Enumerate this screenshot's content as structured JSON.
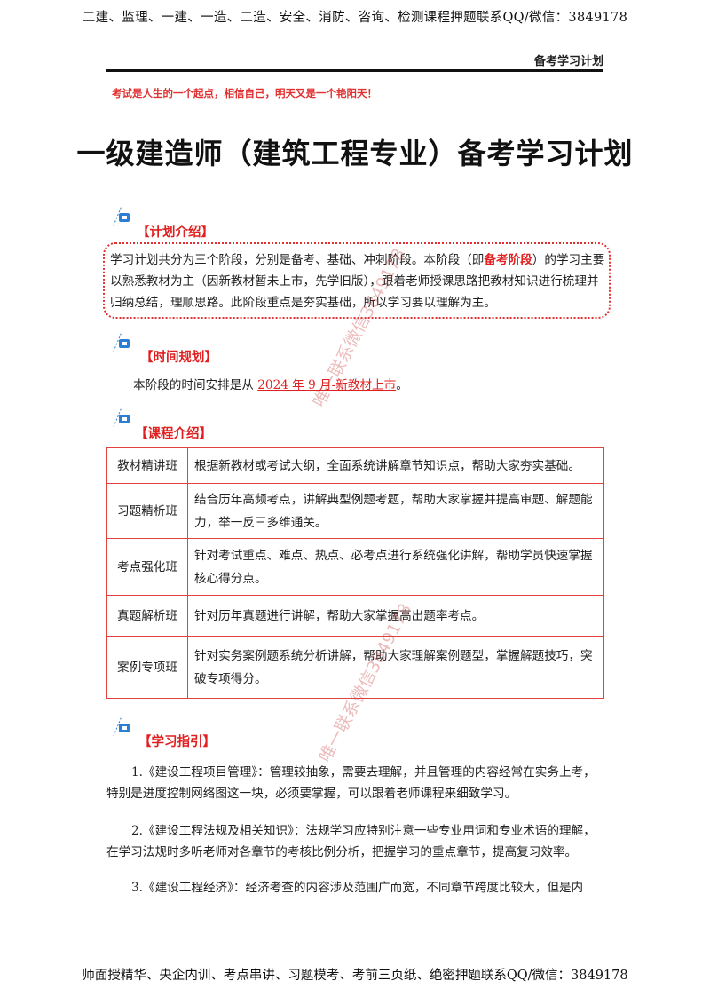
{
  "top_banner": "二建、监理、一建、一造、二造、安全、消防、咨询、检测课程押题联系QQ/微信：3849178",
  "header": {
    "doc_label": "备考学习计划"
  },
  "motto": "考试是人生的一个起点，相信自己，明天又是一个艳阳天！",
  "title": "一级建造师（建筑工程专业）备考学习计划",
  "sections": {
    "plan": {
      "title": "【计划介绍】",
      "text_before": "学习计划共分为三个阶段，分别是备考、基础、冲刺阶段。本阶段（即",
      "highlight": "备考阶段",
      "text_after": "）的学习主要以熟悉教材为主（因新教材暂未上市，先学旧版），跟着老师授课思路把教材知识进行梳理并归纳总结，理顺思路。此阶段重点是夯实基础，所以学习要以理解为主。"
    },
    "time": {
      "title": "【时间规划】",
      "text_before": "本阶段的时间安排是从 ",
      "highlight": "2024 年 9 月-新教材上市",
      "text_after": "。"
    },
    "course": {
      "title": "【课程介绍】",
      "rows": [
        {
          "name": "教材精讲班",
          "desc": "根据新教材或考试大纲，全面系统讲解章节知识点，帮助大家夯实基础。"
        },
        {
          "name": "习题精析班",
          "desc": "结合历年高频考点，讲解典型例题考题，帮助大家掌握并提高审题、解题能力，举一反三多维通关。"
        },
        {
          "name": "考点强化班",
          "desc": "针对考试重点、难点、热点、必考点进行系统强化讲解，帮助学员快速掌握核心得分点。"
        },
        {
          "name": "真题解析班",
          "desc": "针对历年真题进行讲解，帮助大家掌握高出题率考点。"
        },
        {
          "name": "案例专项班",
          "desc": "针对实务案例题系统分析讲解，帮助大家理解案例题型，掌握解题技巧，突破专项得分。"
        }
      ]
    },
    "guide": {
      "title": "【学习指引】",
      "items": [
        "1.《建设工程项目管理》：管理较抽象，需要去理解，并且管理的内容经常在实务上考，特别是进度控制网络图这一块，必须要掌握，可以跟着老师课程来细致学习。",
        "2.《建设工程法规及相关知识》：法规学习应特别注意一些专业用词和专业术语的理解，在学习法规时多听老师对各章节的考核比例分析，把握学习的重点章节，提高复习效率。",
        "3.《建设工程经济》：经济考查的内容涉及范围广而宽，不同章节跨度比较大，但是内"
      ]
    }
  },
  "watermarks": [
    "唯一联系微信3849178",
    "唯一联系微信3849178"
  ],
  "bottom_banner": "师面授精华、央企内训、考点串讲、习题模考、考前三页纸、绝密押题联系QQ/微信：3849178",
  "colors": {
    "accent_red": "#e02020",
    "icon_blue": "#2a7fd4"
  }
}
